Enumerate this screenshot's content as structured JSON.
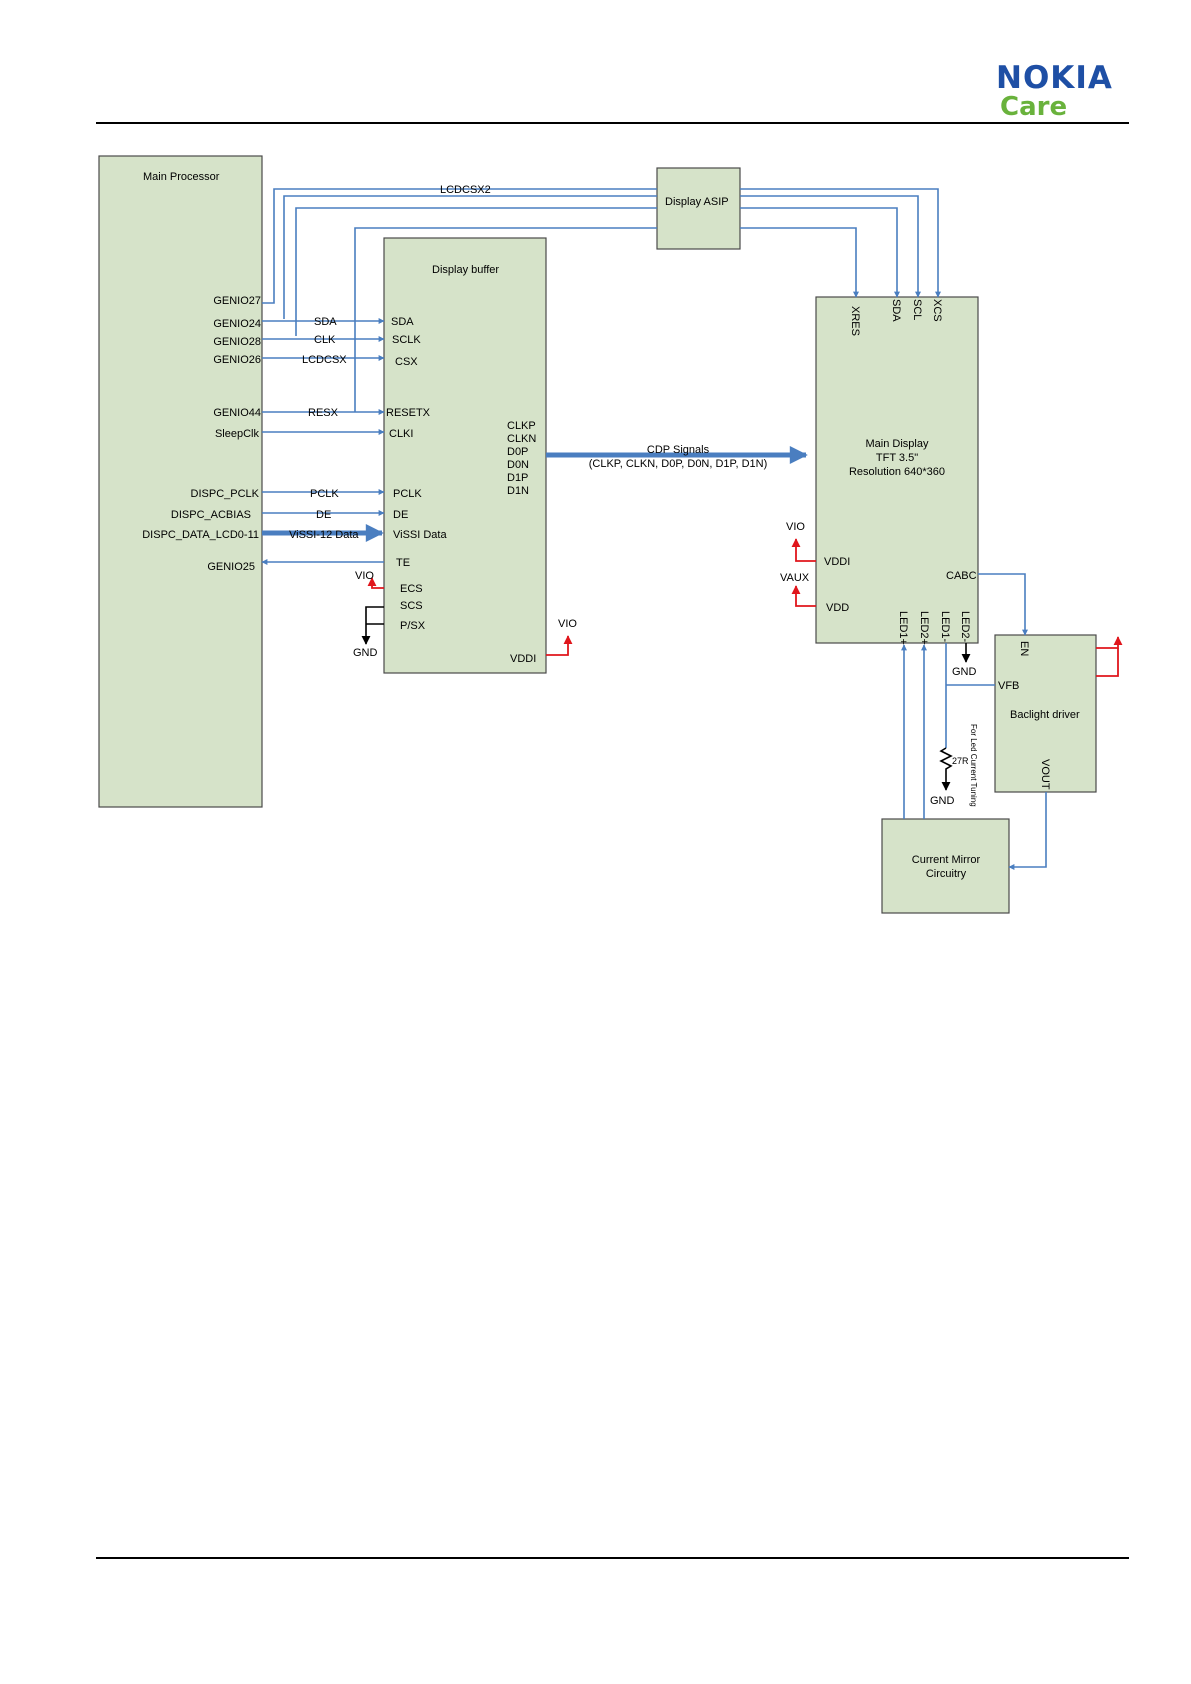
{
  "header": {
    "brand": "NOKIA",
    "sub_brand": "Care"
  },
  "blocks": {
    "main_processor": "Main Processor",
    "display_asip": "Display ASIP",
    "display_buffer": "Display buffer",
    "main_display": [
      "Main Display",
      "TFT 3.5\"",
      "Resolution 640*360"
    ],
    "backlight_driver": "Baclight driver",
    "current_mirror": [
      "Current Mirror",
      "Circuitry"
    ]
  },
  "processor_pins": [
    "GENIO27",
    "GENIO24",
    "GENIO28",
    "GENIO26",
    "GENIO44",
    "SleepClk",
    "DISPC_PCLK",
    "DISPC_ACBIAS",
    "DISPC_DATA_LCD0-11",
    "GENIO25"
  ],
  "buffer_pins": [
    "SDA",
    "SCLK",
    "CSX",
    "RESETX",
    "CLKI",
    "PCLK",
    "DE",
    "ViSSI Data",
    "TE",
    "ECS",
    "SCS",
    "P/SX",
    "VDDI"
  ],
  "buffer_out_pins": [
    "CLKP",
    "CLKN",
    "D0P",
    "D0N",
    "D1P",
    "D1N"
  ],
  "signals": [
    "LCDCSX2",
    "SDA",
    "CLK",
    "LCDCSX",
    "RESX",
    "PCLK",
    "DE",
    "ViSSI-12 Data"
  ],
  "cdp": [
    "CDP Signals",
    "(CLKP, CLKN, D0P, D0N, D1P, D1N)"
  ],
  "display_top_pins": [
    "XRES",
    "SDA",
    "SCL",
    "XCS"
  ],
  "display_side_pins": [
    "VDDI",
    "VDD",
    "CABC"
  ],
  "display_bottom_pins": [
    "LED1+",
    "LED2+",
    "LED1-",
    "LED2-"
  ],
  "driver_pins": [
    "EN",
    "VFB",
    "VOUT"
  ],
  "power": {
    "vio": "VIO",
    "vaux": "VAUX",
    "gnd": "GND"
  },
  "resistor": "27R",
  "note": "For Led Current Tuning",
  "colors": {
    "block_fill": "#d6e3c9",
    "wire": "#4a7ec0",
    "power": "#e0161c",
    "nokia_blue": "#1e4fa5",
    "care_green": "#69b23c"
  }
}
